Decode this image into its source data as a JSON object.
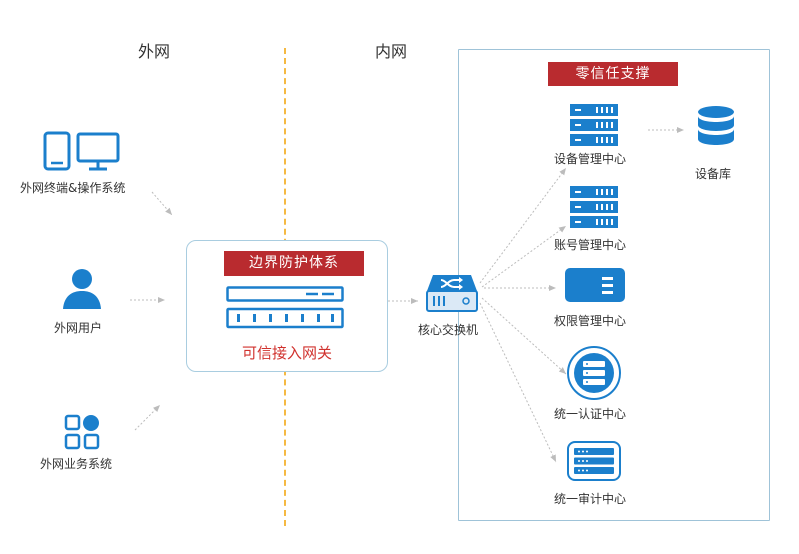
{
  "zones": {
    "outer": "外网",
    "inner": "内网"
  },
  "external": {
    "terminal": "外网终端&操作系统",
    "user": "外网用户",
    "business": "外网业务系统"
  },
  "gateway": {
    "title": "边界防护体系",
    "sub": "可信接入网关"
  },
  "switch": {
    "label": "核心交换机"
  },
  "zero_trust": {
    "title": "零信任支撑",
    "device_center": "设备管理中心",
    "device_db": "设备库",
    "account_center": "账号管理中心",
    "permission_center": "权限管理中心",
    "auth_center": "统一认证中心",
    "audit_center": "统一审计中心"
  },
  "colors": {
    "icon_blue": "#1b7fcc",
    "banner_red": "#b92b2f",
    "divider_orange": "#f5b942",
    "gateway_text_red": "#d0312d",
    "panel_border": "#9fc3d8"
  }
}
